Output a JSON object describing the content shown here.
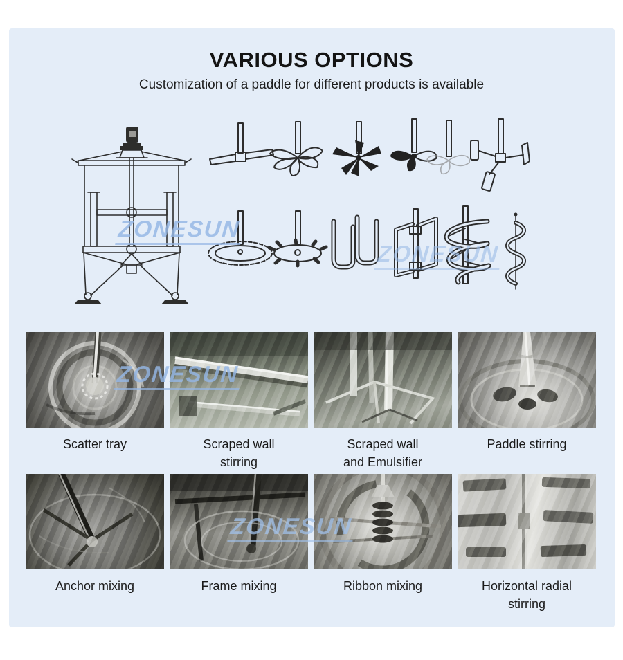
{
  "header": {
    "title": "VARIOUS OPTIONS",
    "subtitle": "Customization of a paddle for different products is available"
  },
  "watermark": {
    "text": "ZONESUN",
    "color": "#94b6e4"
  },
  "colors": {
    "panel_bg": "#e4edf8",
    "page_bg": "#ffffff",
    "text": "#1b1b1b",
    "line_art": "#2d2d2d"
  },
  "diagrams": {
    "tank": "mixing-tank-elevation-drawing",
    "paddles_row1": [
      "flat-blade-paddle",
      "curved-blade-turbine",
      "six-blade-propeller",
      "marine-propeller",
      "marine-propeller-ghost",
      "pitched-blade-impeller"
    ],
    "paddles_row2": [
      "serrated-dissolver-disc",
      "toothed-disc",
      "double-u-anchor",
      "gate-frame-paddle",
      "helical-ribbon",
      "screw-auger"
    ]
  },
  "gallery": {
    "rows": [
      {
        "items": [
          {
            "label": "Scatter tray"
          },
          {
            "label": "Scraped wall\nstirring"
          },
          {
            "label": "Scraped wall\nand Emulsifier"
          },
          {
            "label": "Paddle stirring"
          }
        ]
      },
      {
        "items": [
          {
            "label": "Anchor mixing"
          },
          {
            "label": "Frame mixing"
          },
          {
            "label": "Ribbon mixing"
          },
          {
            "label": "Horizontal radial\nstirring"
          }
        ]
      }
    ]
  }
}
